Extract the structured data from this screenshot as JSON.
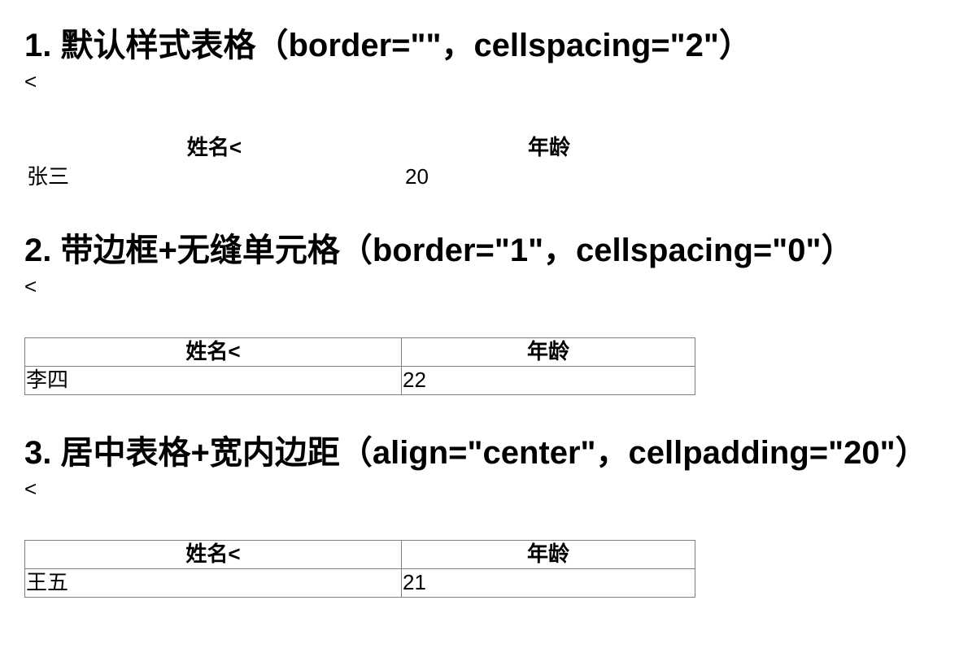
{
  "page": {
    "background_color": "#ffffff",
    "text_color": "#000000",
    "table_border_color": "#808080"
  },
  "sections": [
    {
      "heading": "1. 默认样式表格（border=\"\"，cellspacing=\"2\"）",
      "stray_text": "<",
      "table": {
        "style": "plain",
        "headers": [
          "姓名<",
          "年龄"
        ],
        "rows": [
          [
            "张三",
            "20"
          ]
        ]
      }
    },
    {
      "heading": "2. 带边框+无缝单元格（border=\"1\"，cellspacing=\"0\"）",
      "stray_text": "<",
      "table": {
        "style": "bordered",
        "headers": [
          "姓名<",
          "年龄"
        ],
        "rows": [
          [
            "李四",
            "22"
          ]
        ]
      }
    },
    {
      "heading": "3. 居中表格+宽内边距（align=\"center\"，cellpadding=\"20\"）",
      "stray_text": "<",
      "table": {
        "style": "bordered",
        "headers": [
          "姓名<",
          "年龄"
        ],
        "rows": [
          [
            "王五",
            "21"
          ]
        ]
      }
    }
  ]
}
